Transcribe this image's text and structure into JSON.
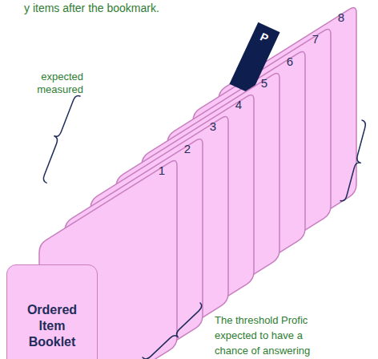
{
  "diagram": {
    "nodes": [
      {
        "text": [
          "Ordered Item Booklet"
        ]
      },
      {
        "text": [
          "1"
        ]
      },
      {
        "text": [
          "2"
        ]
      },
      {
        "text": [
          "3"
        ]
      },
      {
        "text": [
          "4"
        ]
      },
      {
        "text": [
          "5"
        ]
      },
      {
        "text": [
          "P"
        ]
      },
      {
        "text": [
          "6"
        ]
      },
      {
        "text": [
          "7"
        ]
      },
      {
        "text": [
          "8"
        ]
      }
    ],
    "labels": [
      "y items after the bookmark.",
      "expected measured",
      "The threshold Profic expected to have a chance of answering"
    ]
  }
}
